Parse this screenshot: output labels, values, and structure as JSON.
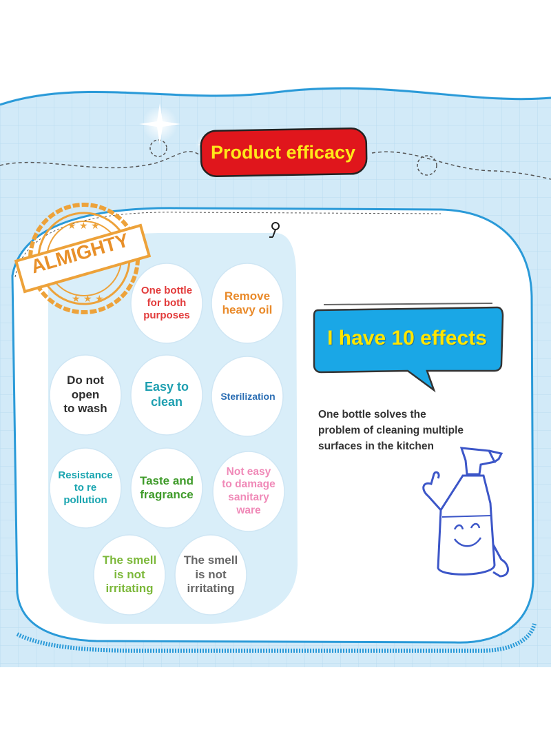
{
  "colors": {
    "sky_background": "#cfe8f7",
    "grid_line": "#b6d9ef",
    "frame_border": "#2a9ad8",
    "title_banner": "#e0161c",
    "title_text": "#ffe81a",
    "speech_bubble": "#1aa7e6",
    "speech_text": "#ffe600",
    "stamp": "#eda23a",
    "circle_panel": "#d9eef9"
  },
  "title": {
    "label": "Product efficacy"
  },
  "stamp": {
    "label": "ALMIGHTY",
    "icon": "stamp-seal-icon"
  },
  "speech_bubble": {
    "label": "I have 10 effects"
  },
  "description": {
    "text": "One bottle solves the\nproblem of cleaning multiple\nsurfaces in the kitchen"
  },
  "mascot": {
    "icon": "spray-bottle-mascot-icon"
  },
  "effects": [
    {
      "label": "One bottle\nfor both\npurposes",
      "color": "#e23b3b"
    },
    {
      "label": "Remove\nheavy oil",
      "color": "#e98a2a"
    },
    {
      "label": "Do not\nopen\nto wash",
      "color": "#2d2d2d"
    },
    {
      "label": "Easy to\nclean",
      "color": "#1e9fb0"
    },
    {
      "label": "Sterilization",
      "color": "#2a6db3"
    },
    {
      "label": "Resistance\nto re\npollution",
      "color": "#1aa5b0"
    },
    {
      "label": "Taste and\nfragrance",
      "color": "#3f9b2a"
    },
    {
      "label": "Not easy\nto damage\nsanitary\nware",
      "color": "#f08ab8"
    },
    {
      "label": "The smell\nis not\nirritating",
      "color": "#7cb83a"
    },
    {
      "label": "The smell\nis not\nirritating",
      "color": "#666666"
    }
  ]
}
